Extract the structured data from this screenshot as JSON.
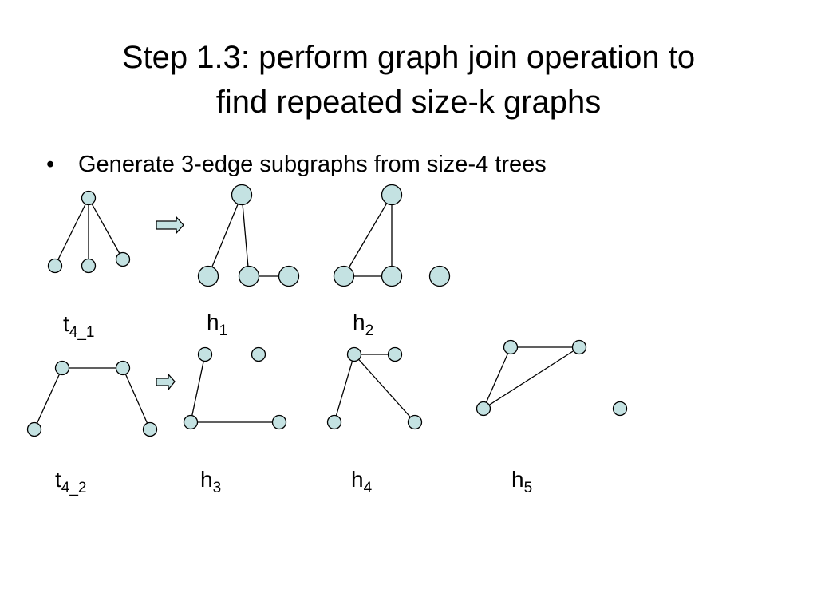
{
  "slide": {
    "title_line1": "Step 1.3: perform graph join operation to",
    "title_line2": "find repeated size-k graphs",
    "bullet": {
      "marker": "•",
      "text": "Generate 3-edge subgraphs from size-4 trees"
    }
  },
  "graphs": [
    {
      "id": "t4_1",
      "base": "t",
      "sub": "4_1"
    },
    {
      "id": "h1",
      "base": "h",
      "sub": "1"
    },
    {
      "id": "h2",
      "base": "h",
      "sub": "2"
    },
    {
      "id": "t4_2",
      "base": "t",
      "sub": "4_2"
    },
    {
      "id": "h3",
      "base": "h",
      "sub": "3"
    },
    {
      "id": "h4",
      "base": "h",
      "sub": "4"
    },
    {
      "id": "h5",
      "base": "h",
      "sub": "5"
    }
  ],
  "colors": {
    "node_fill": "#c4e2e2",
    "edge": "#000000",
    "arrow_fill": "#c4e2e2"
  },
  "icons": {
    "transform_arrow": "right-arrow-icon"
  }
}
